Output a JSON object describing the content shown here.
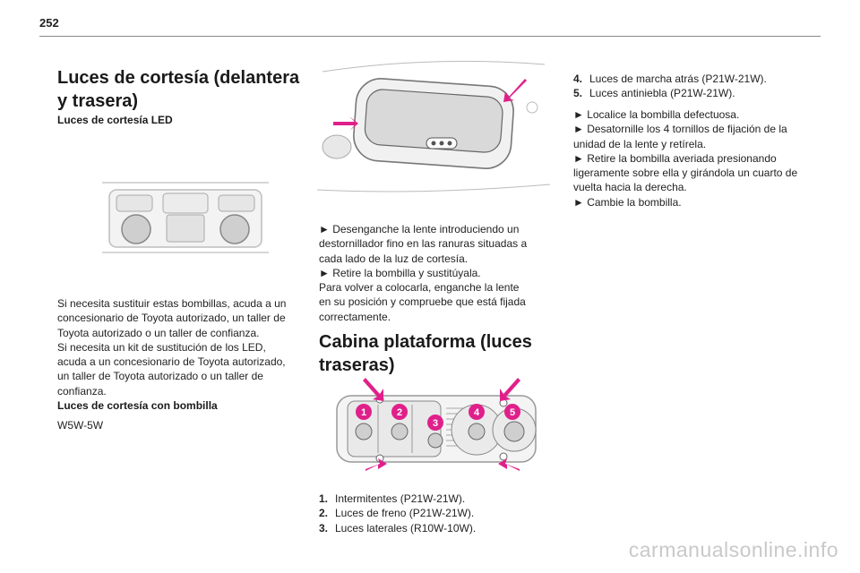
{
  "page_number": "252",
  "left": {
    "title_line1": "Luces de cortesía (delantera",
    "title_line2": "y trasera)",
    "sub1": "Luces de cortesía LED",
    "para1": [
      "Si necesita sustituir estas bombillas, acuda a un",
      "concesionario de Toyota autorizado, un taller de",
      "Toyota autorizado o un taller de confianza.",
      "Si necesita un kit de sustitución de los LED,",
      "acuda a un concesionario de Toyota autorizado,",
      "un taller de Toyota autorizado o un taller de",
      "confianza."
    ],
    "sub2": "Luces de cortesía con bombilla",
    "bulb": "W5W-5W"
  },
  "middle": {
    "steps": [
      "► Desenganche la lente introduciendo un",
      "destornillador fino en las ranuras situadas a",
      "cada lado de la luz de cortesía.",
      "► Retire la bombilla y sustitúyala.",
      "Para volver a colocarla, enganche la lente",
      "en su posición y compruebe que está fijada",
      "correctamente."
    ],
    "title_line1": "Cabina plataforma (luces",
    "title_line2": "traseras)",
    "callouts": [
      "1",
      "2",
      "3",
      "4",
      "5"
    ],
    "list": [
      {
        "n": "1.",
        "text": "Intermitentes (P21W-21W)."
      },
      {
        "n": "2.",
        "text": "Luces de freno (P21W-21W)."
      },
      {
        "n": "3.",
        "text": "Luces laterales (R10W-10W)."
      }
    ]
  },
  "right": {
    "list": [
      {
        "n": "4.",
        "text": "Luces de marcha atrás (P21W-21W)."
      },
      {
        "n": "5.",
        "text": "Luces antiniebla (P21W-21W)."
      }
    ],
    "steps": [
      "► Localice la bombilla defectuosa.",
      "► Desatornille los 4 tornillos de fijación de la",
      "unidad de la lente y retírela.",
      "► Retire la bombilla averiada presionando",
      "ligeramente sobre ella y girándola un cuarto de",
      "vuelta hacia la derecha.",
      "► Cambie la bombilla."
    ]
  },
  "watermark": "carmanualsonline.info",
  "colors": {
    "accent": "#e0208a",
    "text": "#222222",
    "rule": "#888888"
  }
}
